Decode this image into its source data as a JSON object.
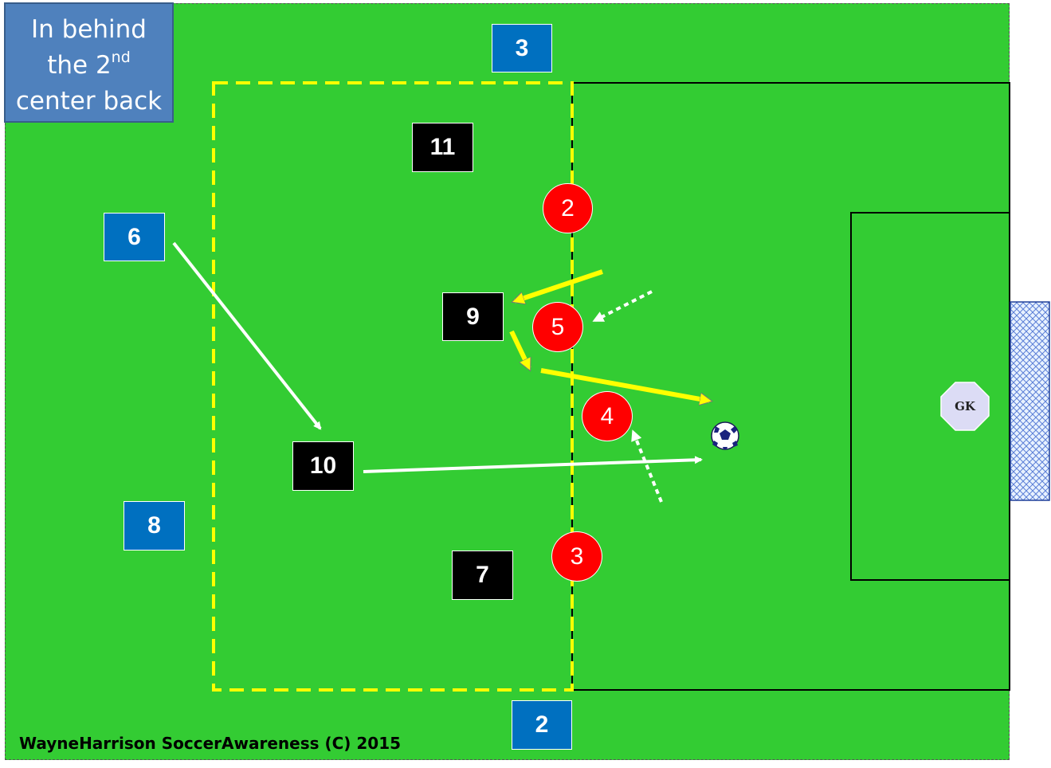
{
  "title": {
    "line1": "In behind",
    "line2_main": "the 2",
    "line2_sup": "nd",
    "line3": "center back"
  },
  "credit": "WayneHarrison SoccerAwareness (C) 2015",
  "attackers_blue": [
    {
      "label": "3",
      "name": "blue-player-3"
    },
    {
      "label": "6",
      "name": "blue-player-6"
    },
    {
      "label": "8",
      "name": "blue-player-8"
    },
    {
      "label": "2",
      "name": "blue-player-2"
    }
  ],
  "attackers_black": [
    {
      "label": "11",
      "name": "black-player-11"
    },
    {
      "label": "9",
      "name": "black-player-9"
    },
    {
      "label": "10",
      "name": "black-player-10"
    },
    {
      "label": "7",
      "name": "black-player-7"
    }
  ],
  "defenders_red": [
    {
      "label": "2",
      "name": "red-defender-2"
    },
    {
      "label": "5",
      "name": "red-defender-5"
    },
    {
      "label": "4",
      "name": "red-defender-4"
    },
    {
      "label": "3",
      "name": "red-defender-3"
    }
  ],
  "goalkeeper": {
    "label": "GK"
  },
  "colors": {
    "pitch": "#33cc33",
    "blue_team": "#0070c0",
    "black_team": "#000000",
    "red_team": "#ff0000",
    "title_box": "#4f81bd",
    "zone_dashed": "#ffff00",
    "pass_arrow": "#ffffff",
    "run_arrow": "#ffff00"
  },
  "icons": {
    "ball": "soccer-ball-icon",
    "goal_net": "goal-net-icon"
  }
}
